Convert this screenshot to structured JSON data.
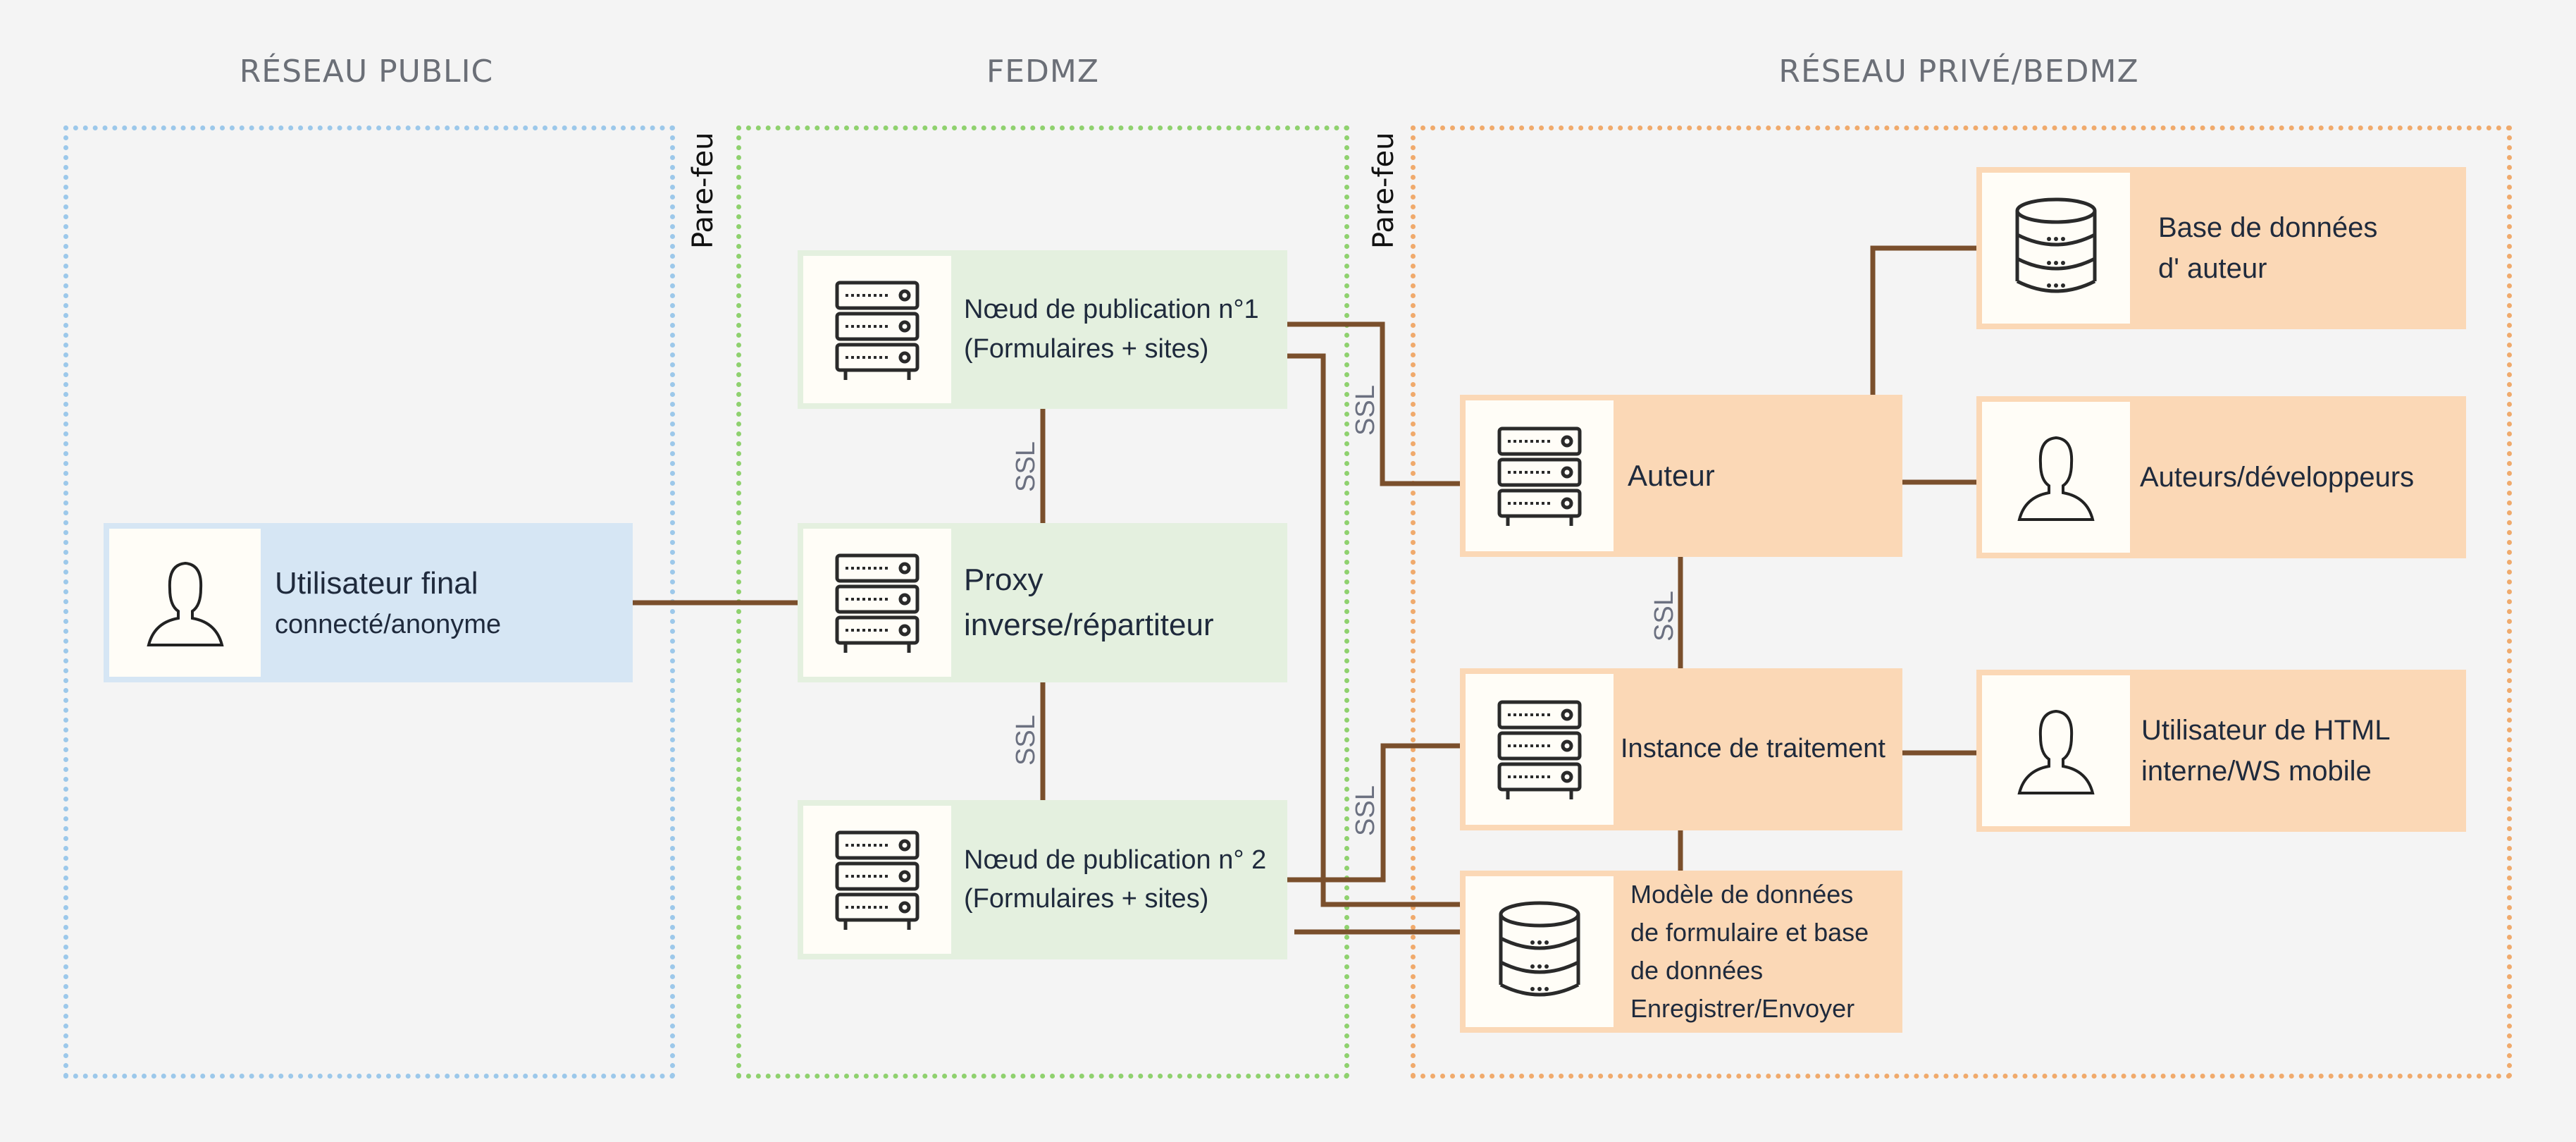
{
  "zones": {
    "public": "RÉSEAU PUBLIC",
    "fedmz": "FEDMZ",
    "private": "RÉSEAU PRIVÉ/BEDMZ"
  },
  "firewall_label": "Pare-feu",
  "ssl_label": "SSL",
  "nodes": {
    "end_user": {
      "line1": "Utilisateur final",
      "line2": "connecté/anonyme",
      "icon": "user-icon"
    },
    "pub1": {
      "line1": "Nœud de publication n°1",
      "line2": "(Formulaires + sites)",
      "icon": "server-icon"
    },
    "proxy": {
      "line1": "Proxy",
      "line2": "inverse/répartiteur",
      "icon": "server-icon"
    },
    "pub2": {
      "line1": "Nœud de publication n° 2",
      "line2": "(Formulaires + sites)",
      "icon": "server-icon"
    },
    "author": {
      "line1": "Auteur",
      "icon": "server-icon"
    },
    "processing": {
      "line1": "Instance de traitement",
      "icon": "server-icon"
    },
    "form_db": {
      "line1": "Modèle de données",
      "line2": "de formulaire et base",
      "line3": "de données",
      "line4": "Enregistrer/Envoyer",
      "icon": "database-icon"
    },
    "author_db": {
      "line1": "Base de données",
      "line2": "d' auteur",
      "icon": "database-icon"
    },
    "authors_devs": {
      "line1": "Auteurs/développeurs",
      "icon": "user-icon"
    },
    "html_user": {
      "line1": "Utilisateur de HTML",
      "line2": "interne/WS mobile",
      "icon": "user-icon"
    }
  },
  "colors": {
    "public": "#d6e6f4",
    "fedmz": "#e4f0df",
    "private": "#fbd8b6",
    "connector": "#7a4f2c"
  }
}
